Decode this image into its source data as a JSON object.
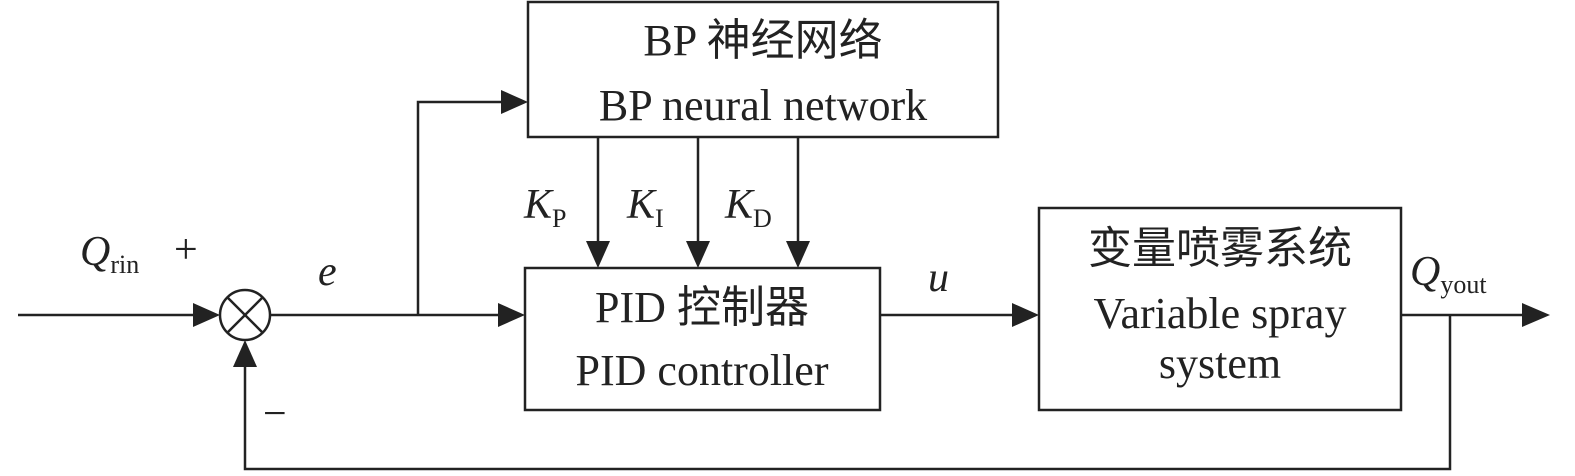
{
  "blocks": {
    "bp": {
      "line1": "BP 神经网络",
      "line2": "BP neural network"
    },
    "pid": {
      "line1": "PID 控制器",
      "line2": "PID controller"
    },
    "spray": {
      "line1": "变量喷雾系统",
      "line2": "Variable spray",
      "line3": "system"
    }
  },
  "signals": {
    "input": {
      "symbol": "Q",
      "sub": "rin"
    },
    "input_sign": "+",
    "error": "e",
    "control": "u",
    "output": {
      "symbol": "Q",
      "sub": "yout"
    },
    "feedback_sign": "−",
    "kp": {
      "symbol": "K",
      "sub": "P"
    },
    "ki": {
      "symbol": "K",
      "sub": "I"
    },
    "kd": {
      "symbol": "K",
      "sub": "D"
    }
  }
}
